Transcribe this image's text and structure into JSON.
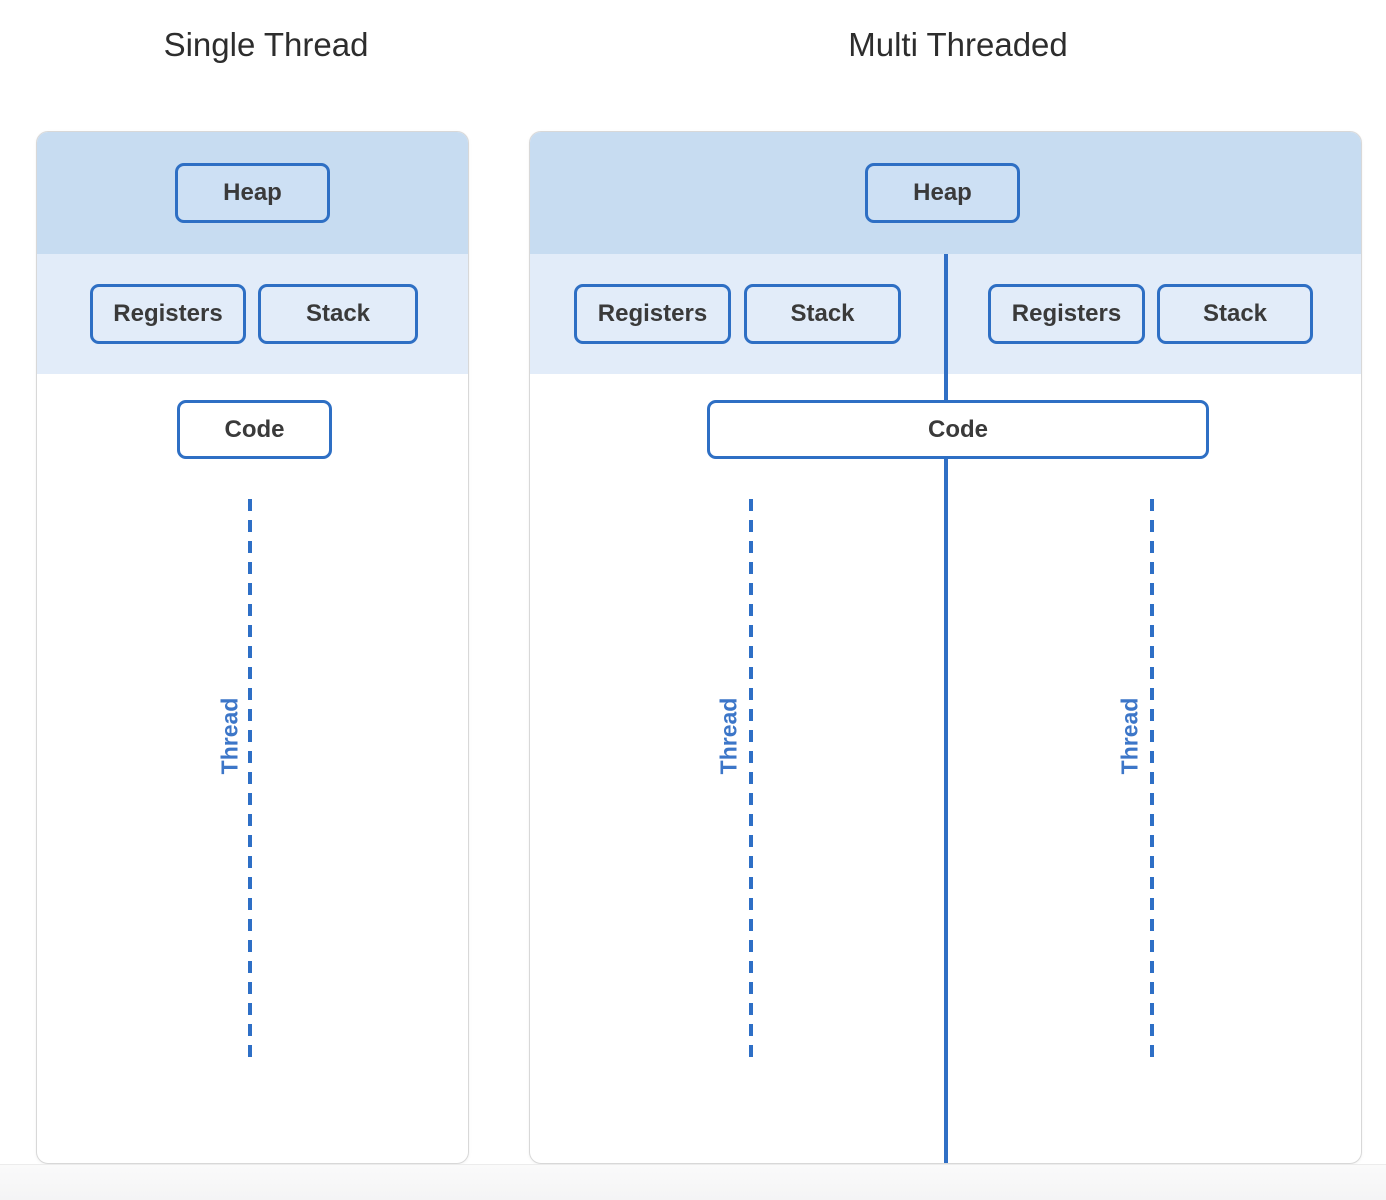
{
  "titles": {
    "single": "Single Thread",
    "multi": "Multi Threaded"
  },
  "single_panel": {
    "heap_label": "Heap",
    "registers_label": "Registers",
    "stack_label": "Stack",
    "code_label": "Code",
    "thread_label": "Thread"
  },
  "multi_panel": {
    "heap_label": "Heap",
    "code_label": "Code",
    "thread1": {
      "registers_label": "Registers",
      "stack_label": "Stack",
      "thread_label": "Thread"
    },
    "thread2": {
      "registers_label": "Registers",
      "stack_label": "Stack",
      "thread_label": "Thread"
    }
  },
  "colors": {
    "heap_band": "#c7dcf1",
    "registers_band": "#e2ecf9",
    "box_border": "#2e6fc4",
    "heap_box_fill": "#cde0f4",
    "code_box_fill": "#ffffff",
    "thread_line": "#2e6fc6",
    "thread_label_text": "#3c76c8",
    "box_label_text": "#3a3a3a",
    "title_text": "#2d2d2d",
    "panel_border": "#d8d8d8",
    "footer_strip": "#f7f7f8"
  }
}
